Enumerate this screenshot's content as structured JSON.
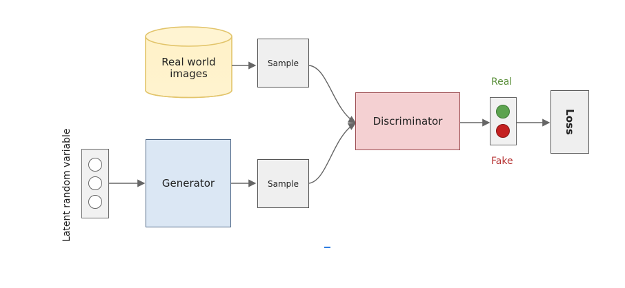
{
  "nodes": {
    "real_world_images": "Real world\nimages",
    "sample_top": "Sample",
    "sample_bottom": "Sample",
    "generator": "Generator",
    "discriminator": "Discriminator",
    "loss": "Loss",
    "latent": "Latent random variable",
    "real": "Real",
    "fake": "Fake"
  }
}
